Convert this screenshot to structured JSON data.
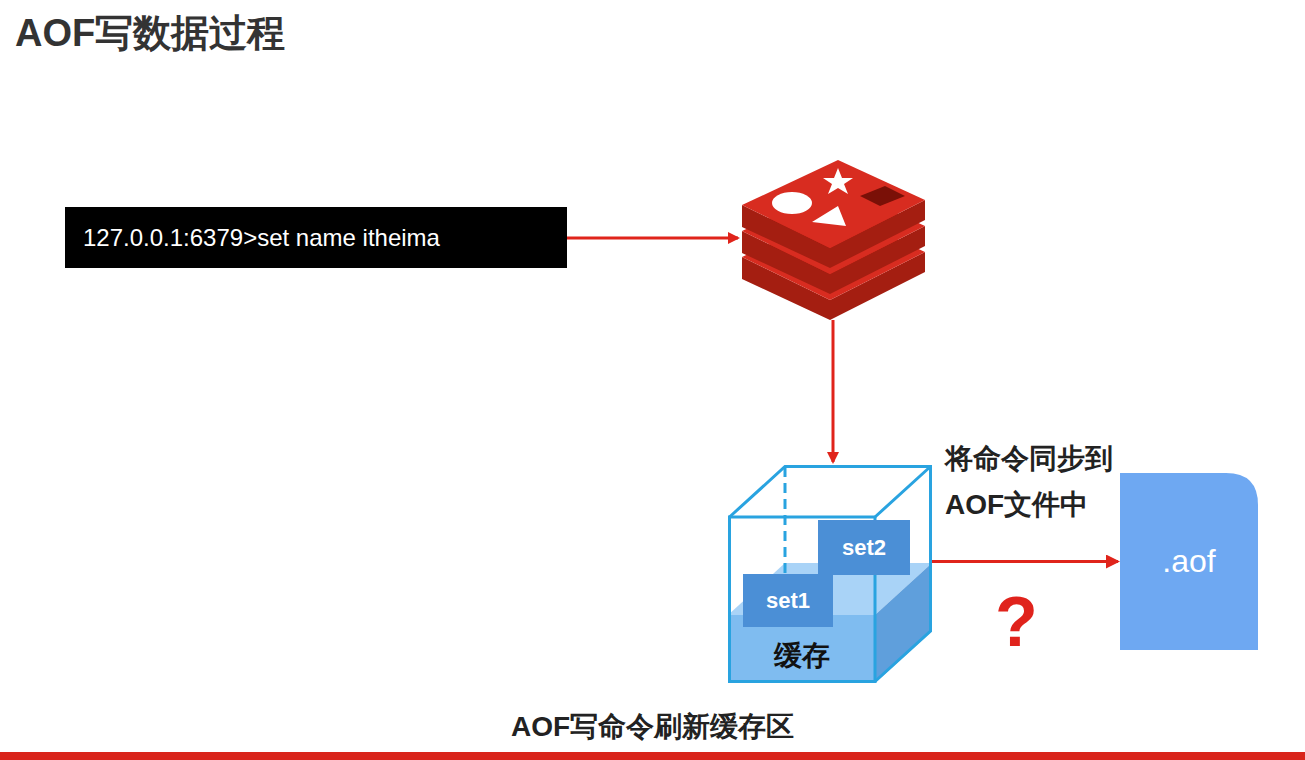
{
  "diagram": {
    "title": "AOF写数据过程",
    "caption": "AOF写命令刷新缓存区",
    "nodes": [
      {
        "text": [
          "127.0.0.1:6379>set name itheima"
        ]
      },
      {
        "text": [
          "缓存"
        ]
      },
      {
        "text": [
          "set1"
        ],
        "in": 1
      },
      {
        "text": [
          "set2"
        ],
        "in": 1
      },
      {
        "text": [
          ".aof"
        ]
      }
    ],
    "edges": [
      {
        "from": 1,
        "to": 4,
        "arrow": "to",
        "label": "将命令同步到 AOF文件中"
      }
    ],
    "labels": [
      "?"
    ]
  }
}
